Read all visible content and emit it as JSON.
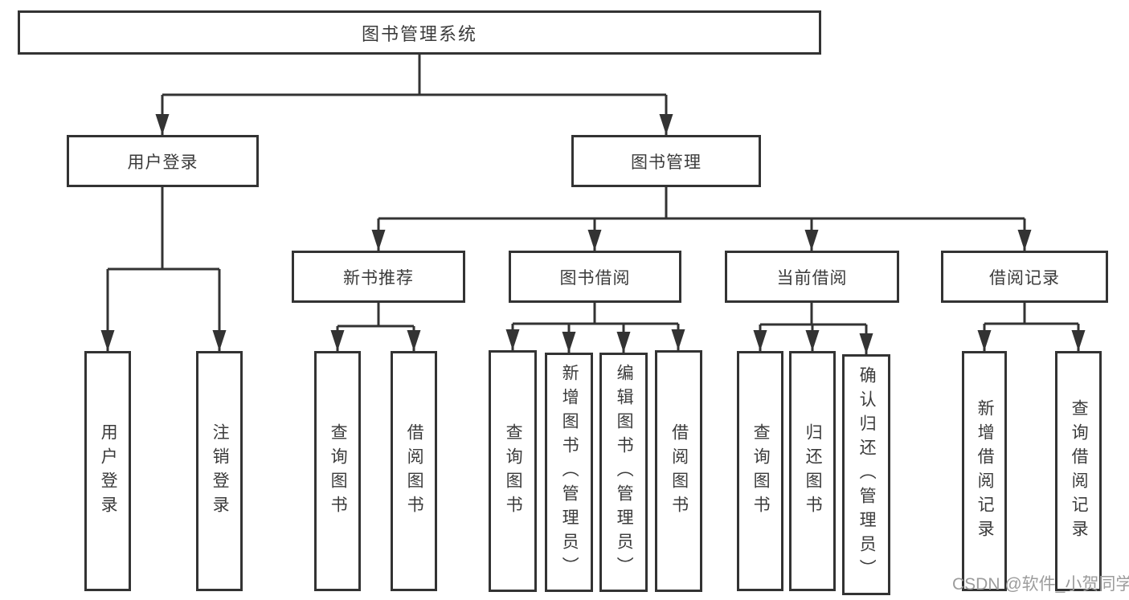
{
  "tree": {
    "root": {
      "label": "图书管理系统"
    },
    "branches": [
      {
        "label": "用户登录",
        "children": [
          {
            "label": "用户登录"
          },
          {
            "label": "注销登录"
          }
        ]
      },
      {
        "label": "图书管理",
        "children": [
          {
            "label": "新书推荐",
            "children": [
              {
                "label": "查询图书"
              },
              {
                "label": "借阅图书"
              }
            ]
          },
          {
            "label": "图书借阅",
            "children": [
              {
                "label": "查询图书"
              },
              {
                "label": "新增图书（管理员）"
              },
              {
                "label": "编辑图书（管理员）"
              },
              {
                "label": "借阅图书"
              }
            ]
          },
          {
            "label": "当前借阅",
            "children": [
              {
                "label": "查询图书"
              },
              {
                "label": "归还图书"
              },
              {
                "label": "确认归还（管理员）"
              }
            ]
          },
          {
            "label": "借阅记录",
            "children": [
              {
                "label": "新增借阅记录"
              },
              {
                "label": "查询借阅记录"
              }
            ]
          }
        ]
      }
    ]
  },
  "watermark": "CSDN @软件_小贺同学",
  "colors": {
    "line": "#333333",
    "box_fill": "#ffffff",
    "text": "#3b3b3b",
    "watermark": "#9c9c9c",
    "background": "#ffffff"
  }
}
